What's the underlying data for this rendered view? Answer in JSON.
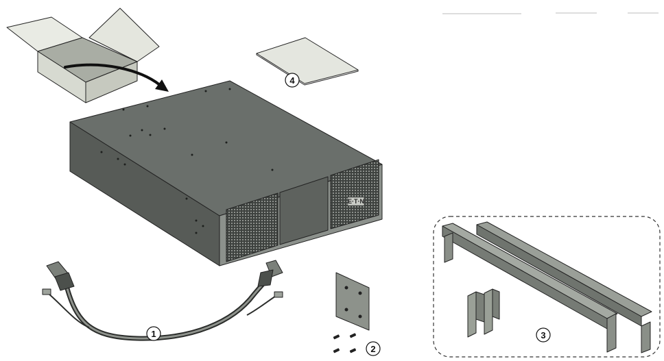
{
  "callouts": {
    "cable": "1",
    "brackets_screws": "2",
    "rails": "3",
    "document": "4"
  },
  "brand_logo": "E·T·N",
  "colors": {
    "unit_top": "#6a6f6b",
    "unit_front": "#5a5e5a",
    "unit_side": "#4d524e",
    "bezel": "#8c918c",
    "box": "#d9dcd3",
    "paper": "#e4e6df",
    "rail": "#8a8f88",
    "outline": "#222222"
  },
  "icons": [
    "box-icon",
    "arrow-icon",
    "battery-unit-icon",
    "cable-icon",
    "bracket-plate-icon",
    "screw-icon",
    "rail-kit-icon",
    "document-icon"
  ]
}
